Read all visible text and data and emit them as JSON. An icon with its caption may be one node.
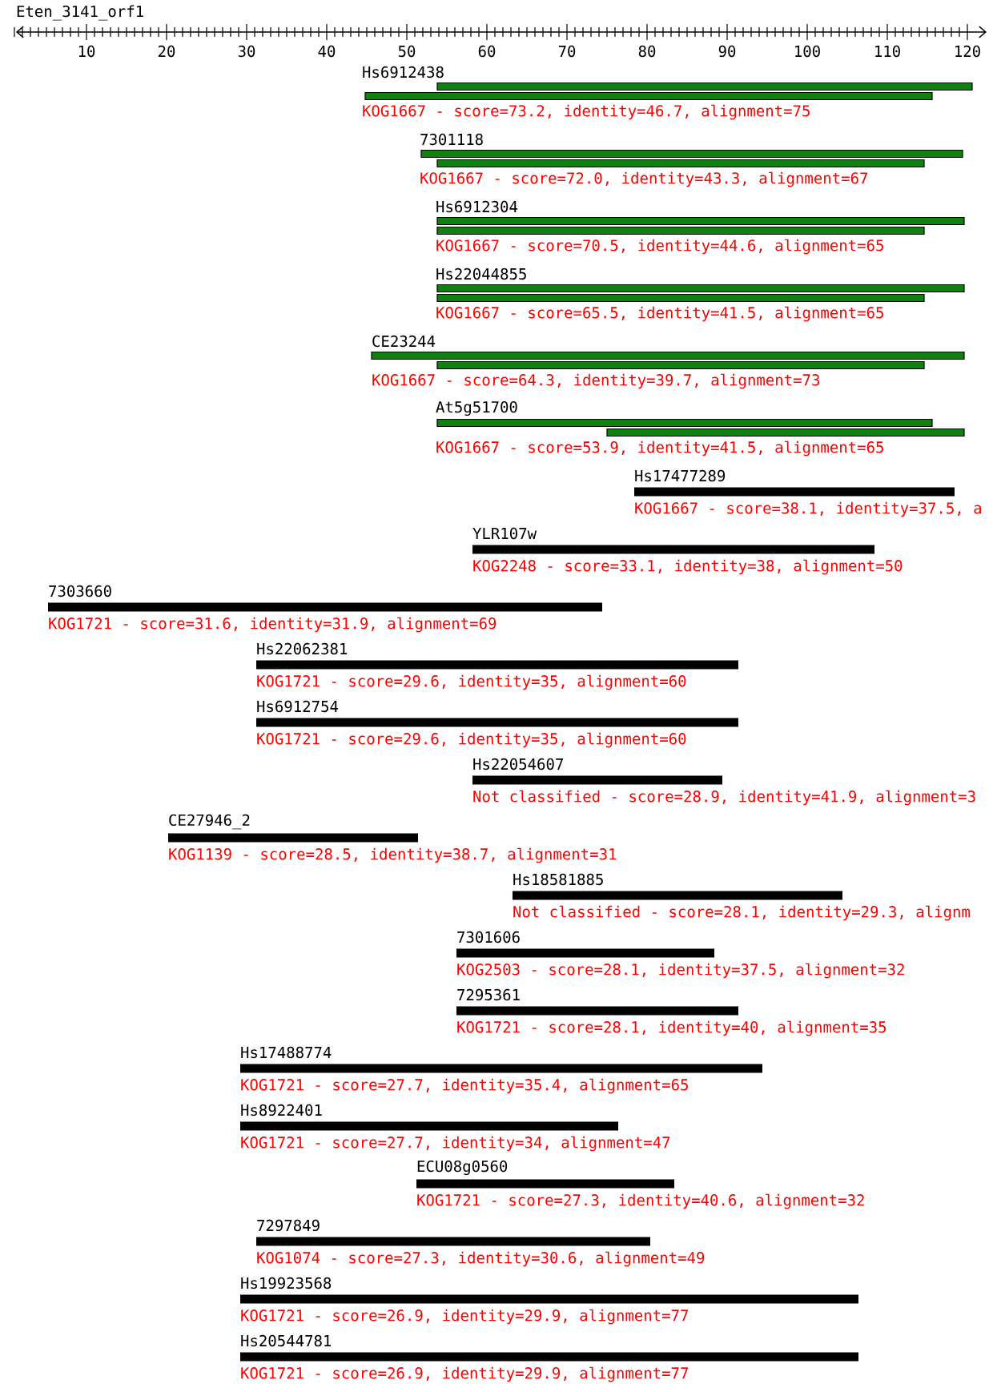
{
  "diagram": {
    "title": "Eten_3141_orf1",
    "nodes": [
      {
        "text": [
          "Hs6912438",
          "KOG1667 - score=73.2, identity=46.7, alignment=75"
        ]
      },
      {
        "text": [
          "7301118",
          "KOG1667 - score=72.0, identity=43.3, alignment=67"
        ]
      },
      {
        "text": [
          "Hs6912304",
          "KOG1667 - score=70.5, identity=44.6, alignment=65"
        ]
      },
      {
        "text": [
          "Hs22044855",
          "KOG1667 - score=65.5, identity=41.5, alignment=65"
        ]
      },
      {
        "text": [
          "CE23244",
          "KOG1667 - score=64.3, identity=39.7, alignment=73"
        ]
      },
      {
        "text": [
          "At5g51700",
          "KOG1667 - score=53.9, identity=41.5, alignment=65"
        ]
      },
      {
        "text": [
          "Hs17477289",
          "KOG1667 - score=38.1, identity=37.5, a"
        ]
      },
      {
        "text": [
          "YLR107w",
          "KOG2248 - score=33.1, identity=38, alignment=50"
        ]
      },
      {
        "text": [
          "7303660",
          "KOG1721 - score=31.6, identity=31.9, alignment=69"
        ]
      },
      {
        "text": [
          "Hs22062381",
          "KOG1721 - score=29.6, identity=35, alignment=60"
        ]
      },
      {
        "text": [
          "Hs6912754",
          "KOG1721 - score=29.6, identity=35, alignment=60"
        ]
      },
      {
        "text": [
          "Hs22054607",
          "Not classified - score=28.9, identity=41.9, alignment=3"
        ]
      },
      {
        "text": [
          "CE27946_2",
          "KOG1139 - score=28.5, identity=38.7, alignment=31"
        ]
      },
      {
        "text": [
          "Hs18581885",
          "Not classified - score=28.1, identity=29.3, alignm"
        ]
      },
      {
        "text": [
          "7301606",
          "KOG2503 - score=28.1, identity=37.5, alignment=32"
        ]
      },
      {
        "text": [
          "7295361",
          "KOG1721 - score=28.1, identity=40, alignment=35"
        ]
      },
      {
        "text": [
          "Hs17488774",
          "KOG1721 - score=27.7, identity=35.4, alignment=65"
        ]
      },
      {
        "text": [
          "Hs8922401",
          "KOG1721 - score=27.7, identity=34, alignment=47"
        ]
      },
      {
        "text": [
          "ECU08g0560",
          "KOG1721 - score=27.3, identity=40.6, alignment=32"
        ]
      },
      {
        "text": [
          "7297849",
          "KOG1074 - score=27.3, identity=30.6, alignment=49"
        ]
      },
      {
        "text": [
          "Hs19923568",
          "KOG1721 - score=26.9, identity=29.9, alignment=77"
        ]
      },
      {
        "text": [
          "Hs20544781",
          "KOG1721 - score=26.9, identity=29.9, alignment=77"
        ]
      }
    ],
    "labels": [
      "10",
      "20",
      "30",
      "40",
      "50",
      "60",
      "70",
      "80",
      "90",
      "100",
      "110",
      "120"
    ]
  }
}
